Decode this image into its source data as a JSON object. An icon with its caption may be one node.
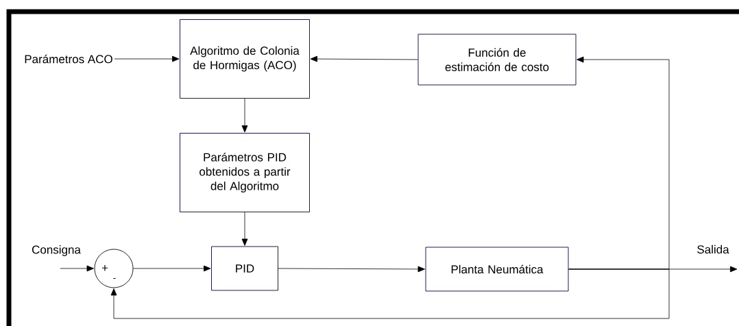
{
  "diagram": {
    "nodes": [
      {
        "text": [
          "Parámetros ACO"
        ]
      },
      {
        "text": [
          "Algoritmo de Colonia de Hormigas (ACO)"
        ]
      },
      {
        "text": [
          "Función de estimación de costo"
        ]
      },
      {
        "text": [
          "Parámetros PID obtenidos a partir del Algoritmo"
        ]
      },
      {
        "text": [
          "+",
          "-"
        ]
      },
      {
        "text": [
          "PID"
        ]
      },
      {
        "text": [
          "Planta Neumática"
        ]
      }
    ],
    "edges": [
      {
        "from": 0,
        "to": 1,
        "arrow": "to"
      },
      {
        "from": 2,
        "to": 1,
        "arrow": "to"
      },
      {
        "from": 1,
        "to": 3,
        "arrow": "to"
      },
      {
        "from": 3,
        "to": 5,
        "arrow": "to"
      },
      {
        "from": null,
        "to": 4,
        "arrow": "to"
      },
      {
        "from": 4,
        "to": 5,
        "arrow": "to"
      },
      {
        "from": 5,
        "to": 6,
        "arrow": "to"
      },
      {
        "from": 6,
        "to": null,
        "arrow": "to"
      },
      {
        "from": 6,
        "to": 2,
        "arrow": "to"
      },
      {
        "from": 6,
        "to": 4,
        "arrow": "to"
      }
    ],
    "labels": [
      "Consigna",
      "Salida"
    ]
  }
}
